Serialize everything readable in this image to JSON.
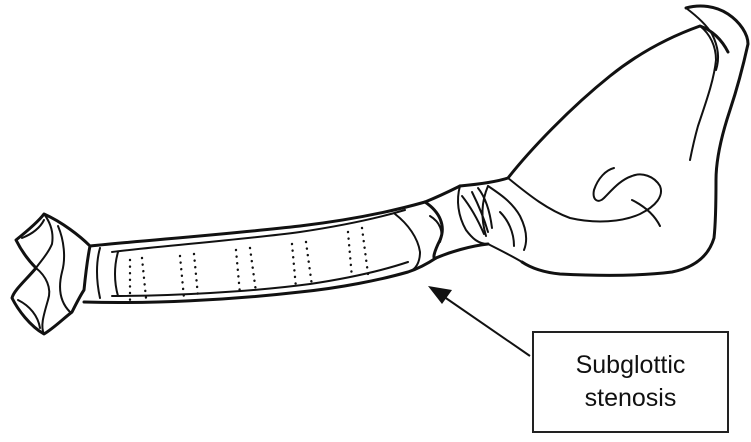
{
  "callout": {
    "line1": "Subglottic",
    "line2": "stenosis"
  },
  "illustration": {
    "subject": "airway-illustration",
    "arrow_points_to": "subglottic region"
  }
}
